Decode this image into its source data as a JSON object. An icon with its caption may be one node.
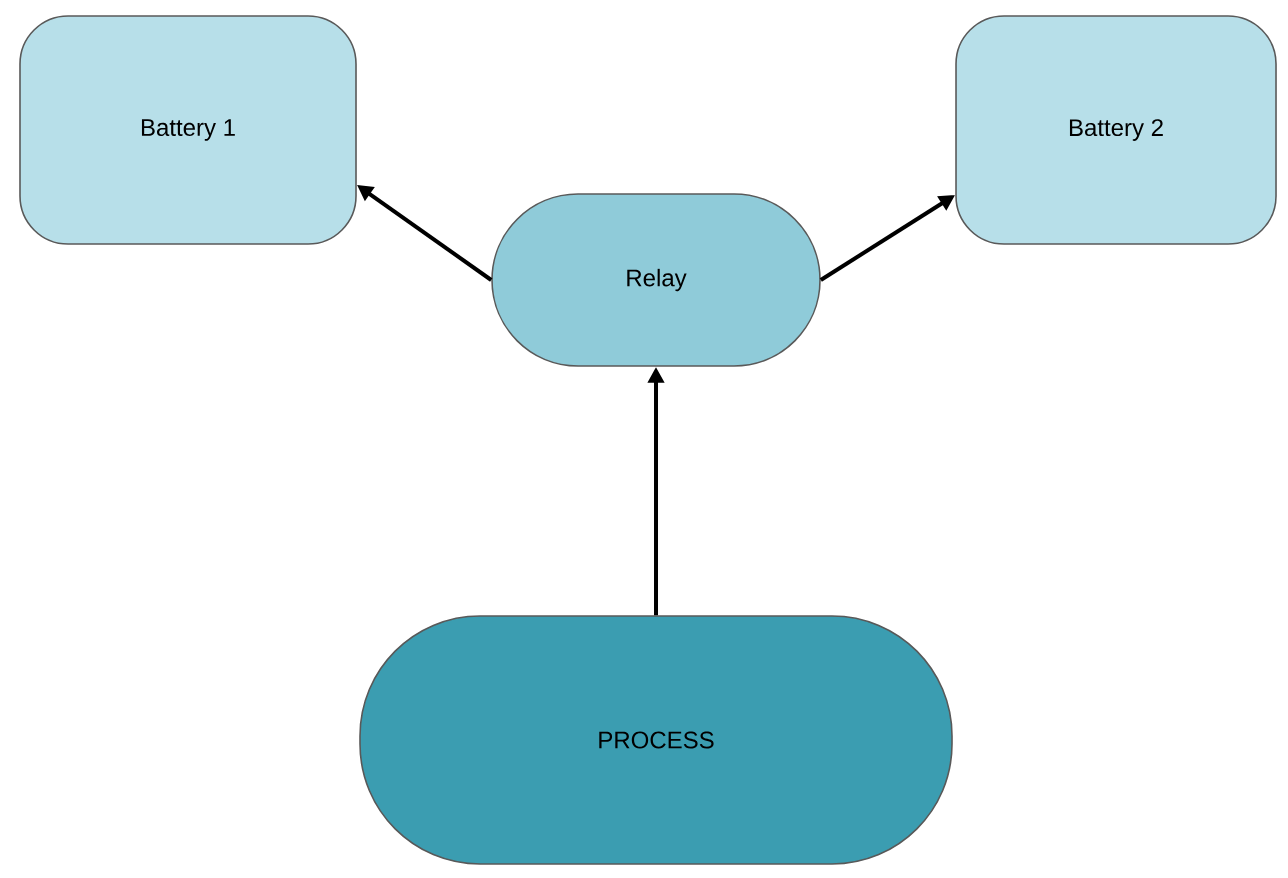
{
  "diagram": {
    "nodes": [
      {
        "text": [
          "Battery 1"
        ]
      },
      {
        "text": [
          "Relay"
        ]
      },
      {
        "text": [
          "Battery 2"
        ]
      },
      {
        "text": [
          "PROCESS"
        ]
      }
    ],
    "edges": [
      {
        "from": 1,
        "to": 0,
        "arrow": "to"
      },
      {
        "from": 1,
        "to": 2,
        "arrow": "to"
      },
      {
        "from": 3,
        "to": 1,
        "arrow": "to"
      }
    ]
  }
}
